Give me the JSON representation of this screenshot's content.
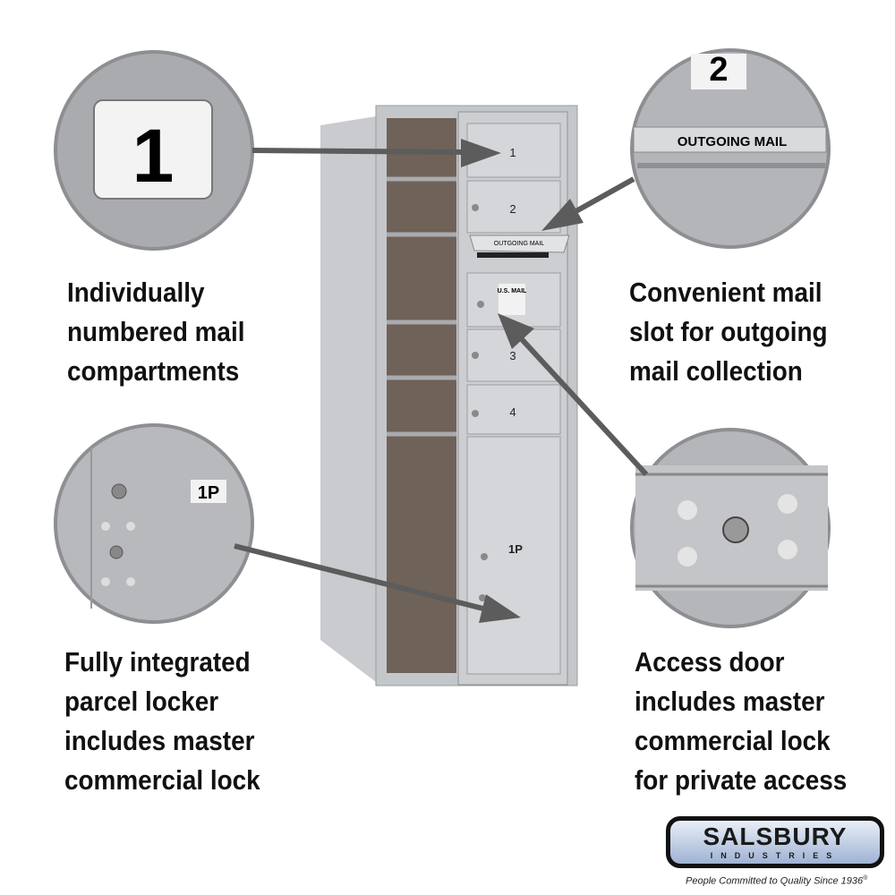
{
  "callouts": {
    "numbered": {
      "badge": "1",
      "lines": [
        "Individually",
        "numbered mail",
        "compartments"
      ]
    },
    "outgoing": {
      "badge": "2",
      "label": "OUTGOING MAIL",
      "lines": [
        "Convenient mail",
        "slot for outgoing",
        "mail collection"
      ]
    },
    "parcel": {
      "badge": "1P",
      "lines": [
        "Fully integrated",
        "parcel locker",
        "includes master",
        "commercial lock"
      ]
    },
    "access": {
      "lines": [
        "Access door",
        "includes master",
        "commercial lock",
        "for private access"
      ]
    }
  },
  "mailbox": {
    "compartments": [
      "1",
      "2",
      "3",
      "4"
    ],
    "parcel": "1P",
    "slot_label": "OUTGOING MAIL",
    "usmail_label": "U.S. MAIL"
  },
  "brand": {
    "name": "SALSBURY",
    "sub": "INDUSTRIES",
    "tagline": "People Committed to Quality Since 1936",
    "registered": "®"
  },
  "colors": {
    "circle": "#a8aaad",
    "arrow": "#5c5c5c",
    "metal": "#c4c7ca"
  }
}
